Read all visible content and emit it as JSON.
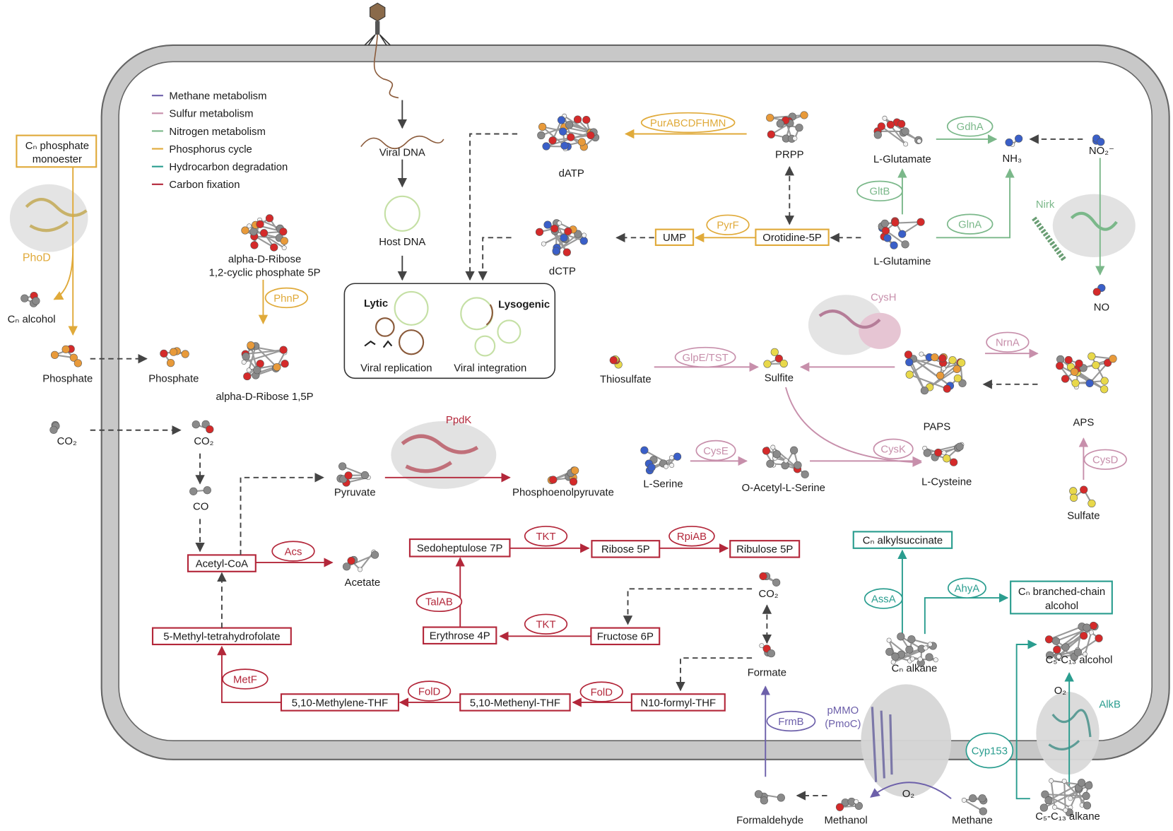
{
  "colors": {
    "methane": "#6d60aa",
    "sulfur": "#c78fab",
    "nitrogen": "#7bb88a",
    "phosphorus": "#e0aa3a",
    "hydrocarbon": "#2a9d8f",
    "carbon": "#b3273a",
    "dashed": "#444444",
    "membrane": "#c8c8c8"
  },
  "legend": [
    {
      "label": "Methane metabolism",
      "color": "#6d60aa"
    },
    {
      "label": "Sulfur metabolism",
      "color": "#c78fab"
    },
    {
      "label": "Nitrogen metabolism",
      "color": "#7bb88a"
    },
    {
      "label": "Phosphorus cycle",
      "color": "#e0aa3a"
    },
    {
      "label": "Hydrocarbon degradation",
      "color": "#2a9d8f"
    },
    {
      "label": "Carbon fixation",
      "color": "#b3273a"
    }
  ],
  "phosphorus": {
    "monoester_1": "Cₙ phosphate",
    "monoester_2": "monoester",
    "phod": "PhoD",
    "cn_alcohol": "Cₙ alcohol",
    "phosphate_out": "Phosphate",
    "phosphate_in": "Phosphate",
    "ribose_cyclic_1": "alpha-D-Ribose",
    "ribose_cyclic_2": "1,2-cyclic phosphate 5P",
    "phnp": "PhnP",
    "ribose_15p": "alpha-D-Ribose 1,5P",
    "pur": "PurABCDFHMN",
    "pyrf": "PyrF"
  },
  "viral": {
    "viral_dna": "Viral DNA",
    "host_dna": "Host DNA",
    "lytic": "Lytic",
    "lysogenic": "Lysogenic",
    "replication": "Viral replication",
    "integration": "Viral integration"
  },
  "nucleotide": {
    "datp": "dATP",
    "prpp": "PRPP",
    "ump": "UMP",
    "orotidine": "Orotidine-5P",
    "dctp": "dCTP"
  },
  "nitrogen": {
    "glutamate": "L-Glutamate",
    "gdha": "GdhA",
    "nh3": "NH₃",
    "no2": "NO₂⁻",
    "gltb": "GltB",
    "glna": "GlnA",
    "glutamine": "L-Glutamine",
    "nirk": "Nirk",
    "no": "NO"
  },
  "sulfur": {
    "cysh": "CysH",
    "thiosulfate": "Thiosulfate",
    "glpe": "GlpE/TST",
    "sulfite": "Sulfite",
    "nrna": "NrnA",
    "paps": "PAPS",
    "aps": "APS",
    "cysd": "CysD",
    "sulfate": "Sulfate",
    "serine": "L-Serine",
    "cyse": "CysE",
    "oacetyl": "O-Acetyl-L-Serine",
    "cysk": "CysK",
    "cysteine": "L-Cysteine"
  },
  "carbon": {
    "co2_out": "CO₂",
    "co2_in": "CO₂",
    "co": "CO",
    "ppdk": "PpdK",
    "pyruvate": "Pyruvate",
    "pep": "Phosphoenolpyruvate",
    "acetylcoa": "Acetyl-CoA",
    "acs": "Acs",
    "acetate": "Acetate",
    "sedo": "Sedoheptulose 7P",
    "tkt1": "TKT",
    "ribose5p": "Ribose 5P",
    "rpiab": "RpiAB",
    "ribulose": "Ribulose 5P",
    "talab": "TalAB",
    "erythrose": "Erythrose 4P",
    "tkt2": "TKT",
    "fructose": "Fructose 6P",
    "co2_right": "CO₂",
    "formate": "Formate",
    "mthf": "5-Methyl-tetrahydrofolate",
    "metf": "MetF",
    "methylene": "5,10-Methylene-THF",
    "fold1": "FolD",
    "methenyl": "5,10-Methenyl-THF",
    "fold2": "FolD",
    "n10": "N10-formyl-THF"
  },
  "methane": {
    "frmb": "FrmB",
    "pmmo_1": "pMMO",
    "pmmo_2": "(PmoC)",
    "o2": "O₂",
    "formaldehyde": "Formaldehyde",
    "methanol": "Methanol",
    "methane": "Methane"
  },
  "hydrocarbon": {
    "alkylsuccinate": "Cₙ alkylsuccinate",
    "assa": "AssA",
    "ahya": "AhyA",
    "branched_1": "Cₙ branched-chain",
    "branched_2": "alcohol",
    "cn_alkane": "Cₙ alkane",
    "c5_alcohol": "C₅-C₁₃ alcohol",
    "o2": "O₂",
    "alkb": "AlkB",
    "cyp153": "Cyp153",
    "c5_alkane": "C₅-C₁₃ alkane"
  }
}
